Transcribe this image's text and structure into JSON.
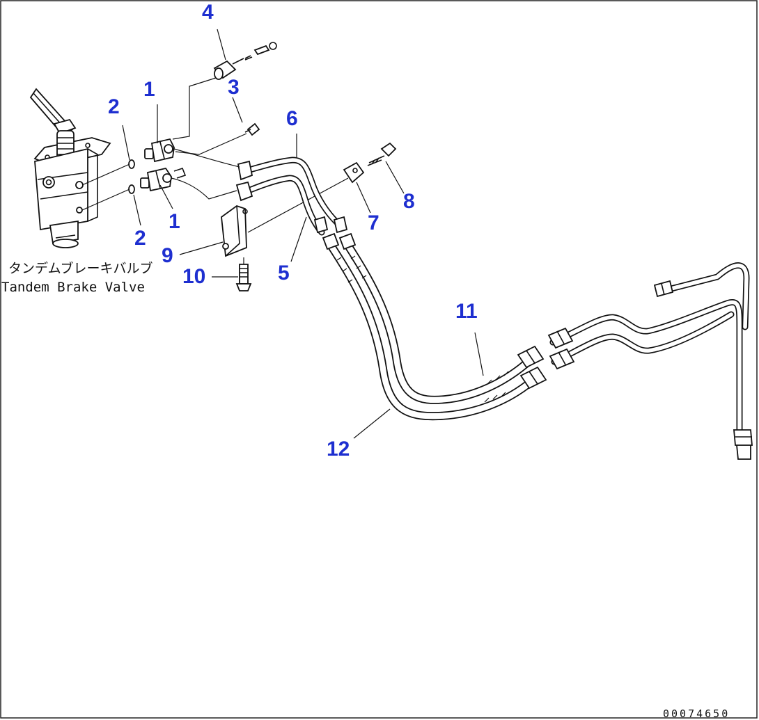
{
  "diagram": {
    "callouts": [
      "1",
      "1",
      "2",
      "2",
      "3",
      "4",
      "5",
      "6",
      "7",
      "8",
      "9",
      "10",
      "11",
      "12"
    ],
    "caption": {
      "japanese": "タンデムブレーキバルブ",
      "english": "Tandem Brake Valve"
    },
    "document_number": "00074650",
    "colors": {
      "callout": "#1e2fd0",
      "linework": "#111111",
      "background": "#ffffff"
    }
  }
}
